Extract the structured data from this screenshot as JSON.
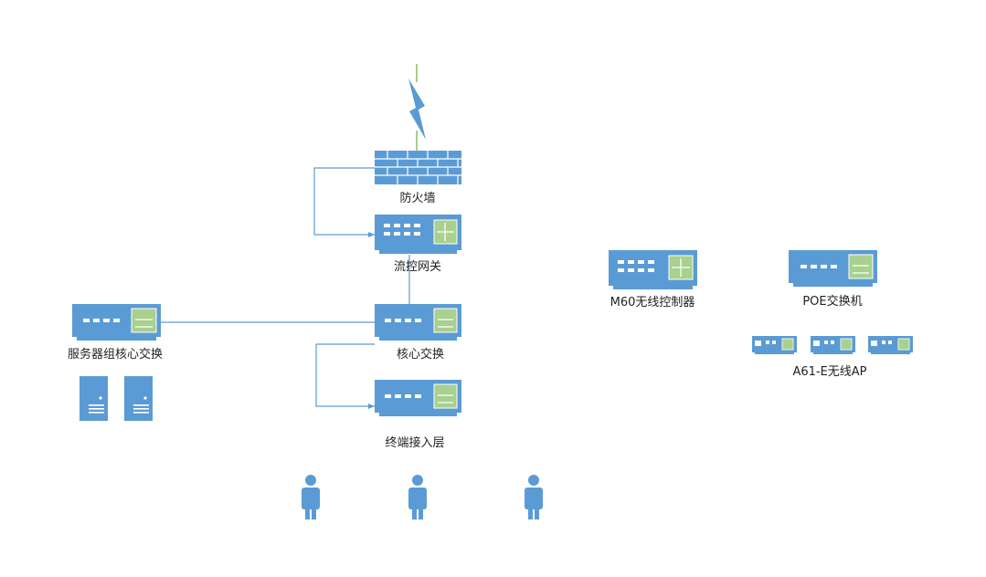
{
  "colors": {
    "device_blue": "#5B9BD5",
    "device_dark": "#41719C",
    "panel_green": "#A9D08E",
    "connector": "#5B9BD5",
    "wan_line": "#70AD47",
    "firewall_mortar": "#FFFFFF"
  },
  "nodes": {
    "firewall": {
      "label": "防火墙",
      "icon": "firewall-icon"
    },
    "flow_gateway": {
      "label": "流控网关",
      "icon": "router-icon"
    },
    "core_switch": {
      "label": "核心交换",
      "icon": "switch-icon"
    },
    "server_core_switch": {
      "label": "服务器组核心交换",
      "icon": "switch-icon"
    },
    "access_layer": {
      "label": "终端接入层",
      "icon": "switch-icon"
    },
    "wireless_controller": {
      "label": "M60无线控制器",
      "icon": "router-icon"
    },
    "poe_switch": {
      "label": "POE交换机",
      "icon": "switch-icon"
    },
    "wireless_ap": {
      "label": "A61-E无线AP",
      "icon": "access-point-icon"
    }
  },
  "servers": {
    "count": 2,
    "icon": "server-icon"
  },
  "users": {
    "count": 3,
    "icon": "person-icon"
  },
  "wan": {
    "icon": "lightning-icon"
  }
}
